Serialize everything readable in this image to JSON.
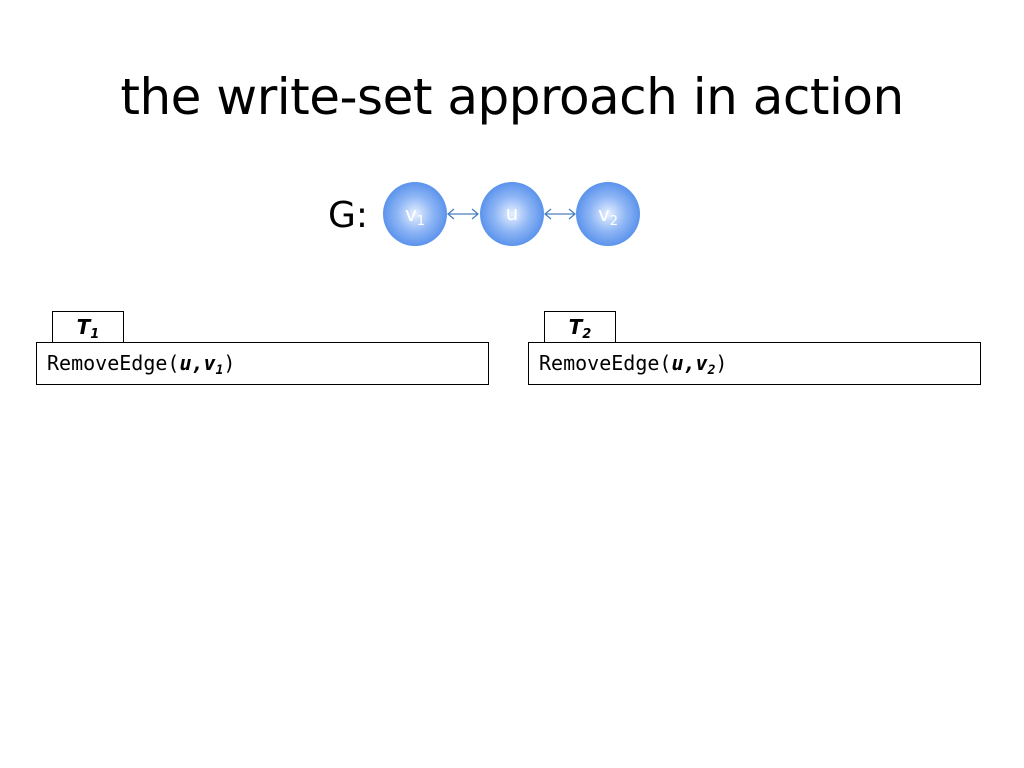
{
  "slide": {
    "title": "the write-set approach in action"
  },
  "graph": {
    "label": "G:",
    "nodes": [
      {
        "name": "v",
        "sub": "1"
      },
      {
        "name": "u",
        "sub": ""
      },
      {
        "name": "v",
        "sub": "2"
      }
    ],
    "edges": [
      {
        "from": "v1",
        "to": "u",
        "type": "bidirectional"
      },
      {
        "from": "u",
        "to": "v2",
        "type": "bidirectional"
      }
    ],
    "colors": {
      "node_center": "#e6f0ff",
      "node_mid": "#8fb6f5",
      "node_edge": "#5b93ec",
      "edge": "#4a7fc0"
    }
  },
  "transactions": [
    {
      "tab_name": "T",
      "tab_sub": "1",
      "op_name": "RemoveEdge(",
      "arg1": "u",
      "sep": ",",
      "arg2": "v",
      "arg2_sub": "1",
      "close": ")"
    },
    {
      "tab_name": "T",
      "tab_sub": "2",
      "op_name": "RemoveEdge(",
      "arg1": "u",
      "sep": ",",
      "arg2": "v",
      "arg2_sub": "2",
      "close": ")"
    }
  ]
}
